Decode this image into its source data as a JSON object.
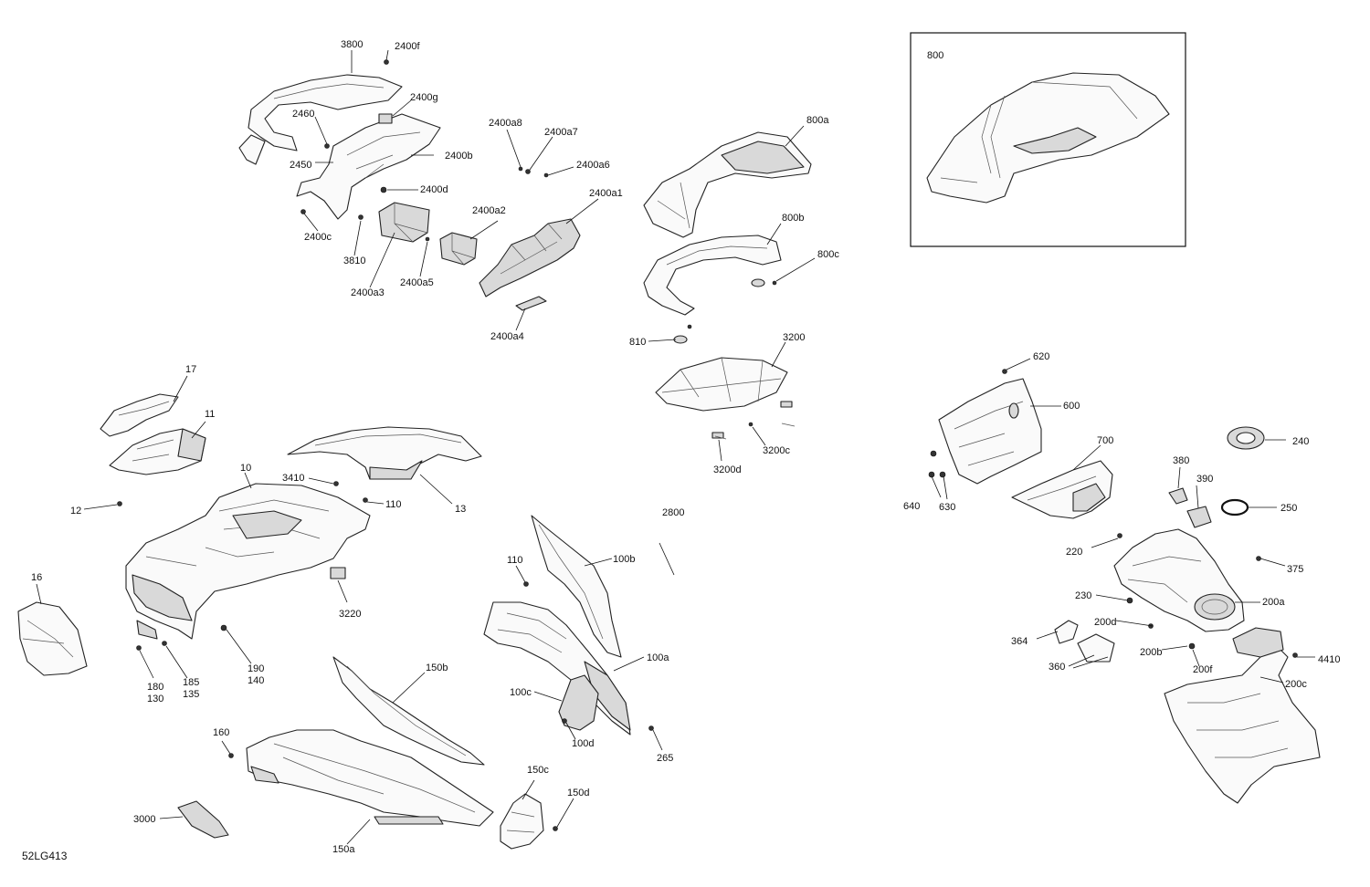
{
  "document_id": "52LG413",
  "inset_label": "800",
  "callouts": [
    "3800",
    "2400f",
    "2400g",
    "2460",
    "2400b",
    "2450",
    "2400d",
    "2400c",
    "3810",
    "2400a3",
    "2400a5",
    "2400a2",
    "2400a8",
    "2400a7",
    "2400a6",
    "2400a1",
    "2400a4",
    "800a",
    "800b",
    "800c",
    "810",
    "3200",
    "3200c",
    "3200d",
    "17",
    "11",
    "12",
    "10",
    "3410",
    "110",
    "13",
    "16",
    "180",
    "130",
    "185",
    "135",
    "190",
    "140",
    "3220",
    "2800",
    "110",
    "100b",
    "100a",
    "100c",
    "100d",
    "265",
    "150b",
    "160",
    "150c",
    "150d",
    "3000",
    "150a",
    "620",
    "600",
    "700",
    "640",
    "630",
    "380",
    "390",
    "240",
    "250",
    "220",
    "375",
    "230",
    "200a",
    "364",
    "200d",
    "360",
    "200b",
    "200f",
    "4410",
    "200c"
  ]
}
